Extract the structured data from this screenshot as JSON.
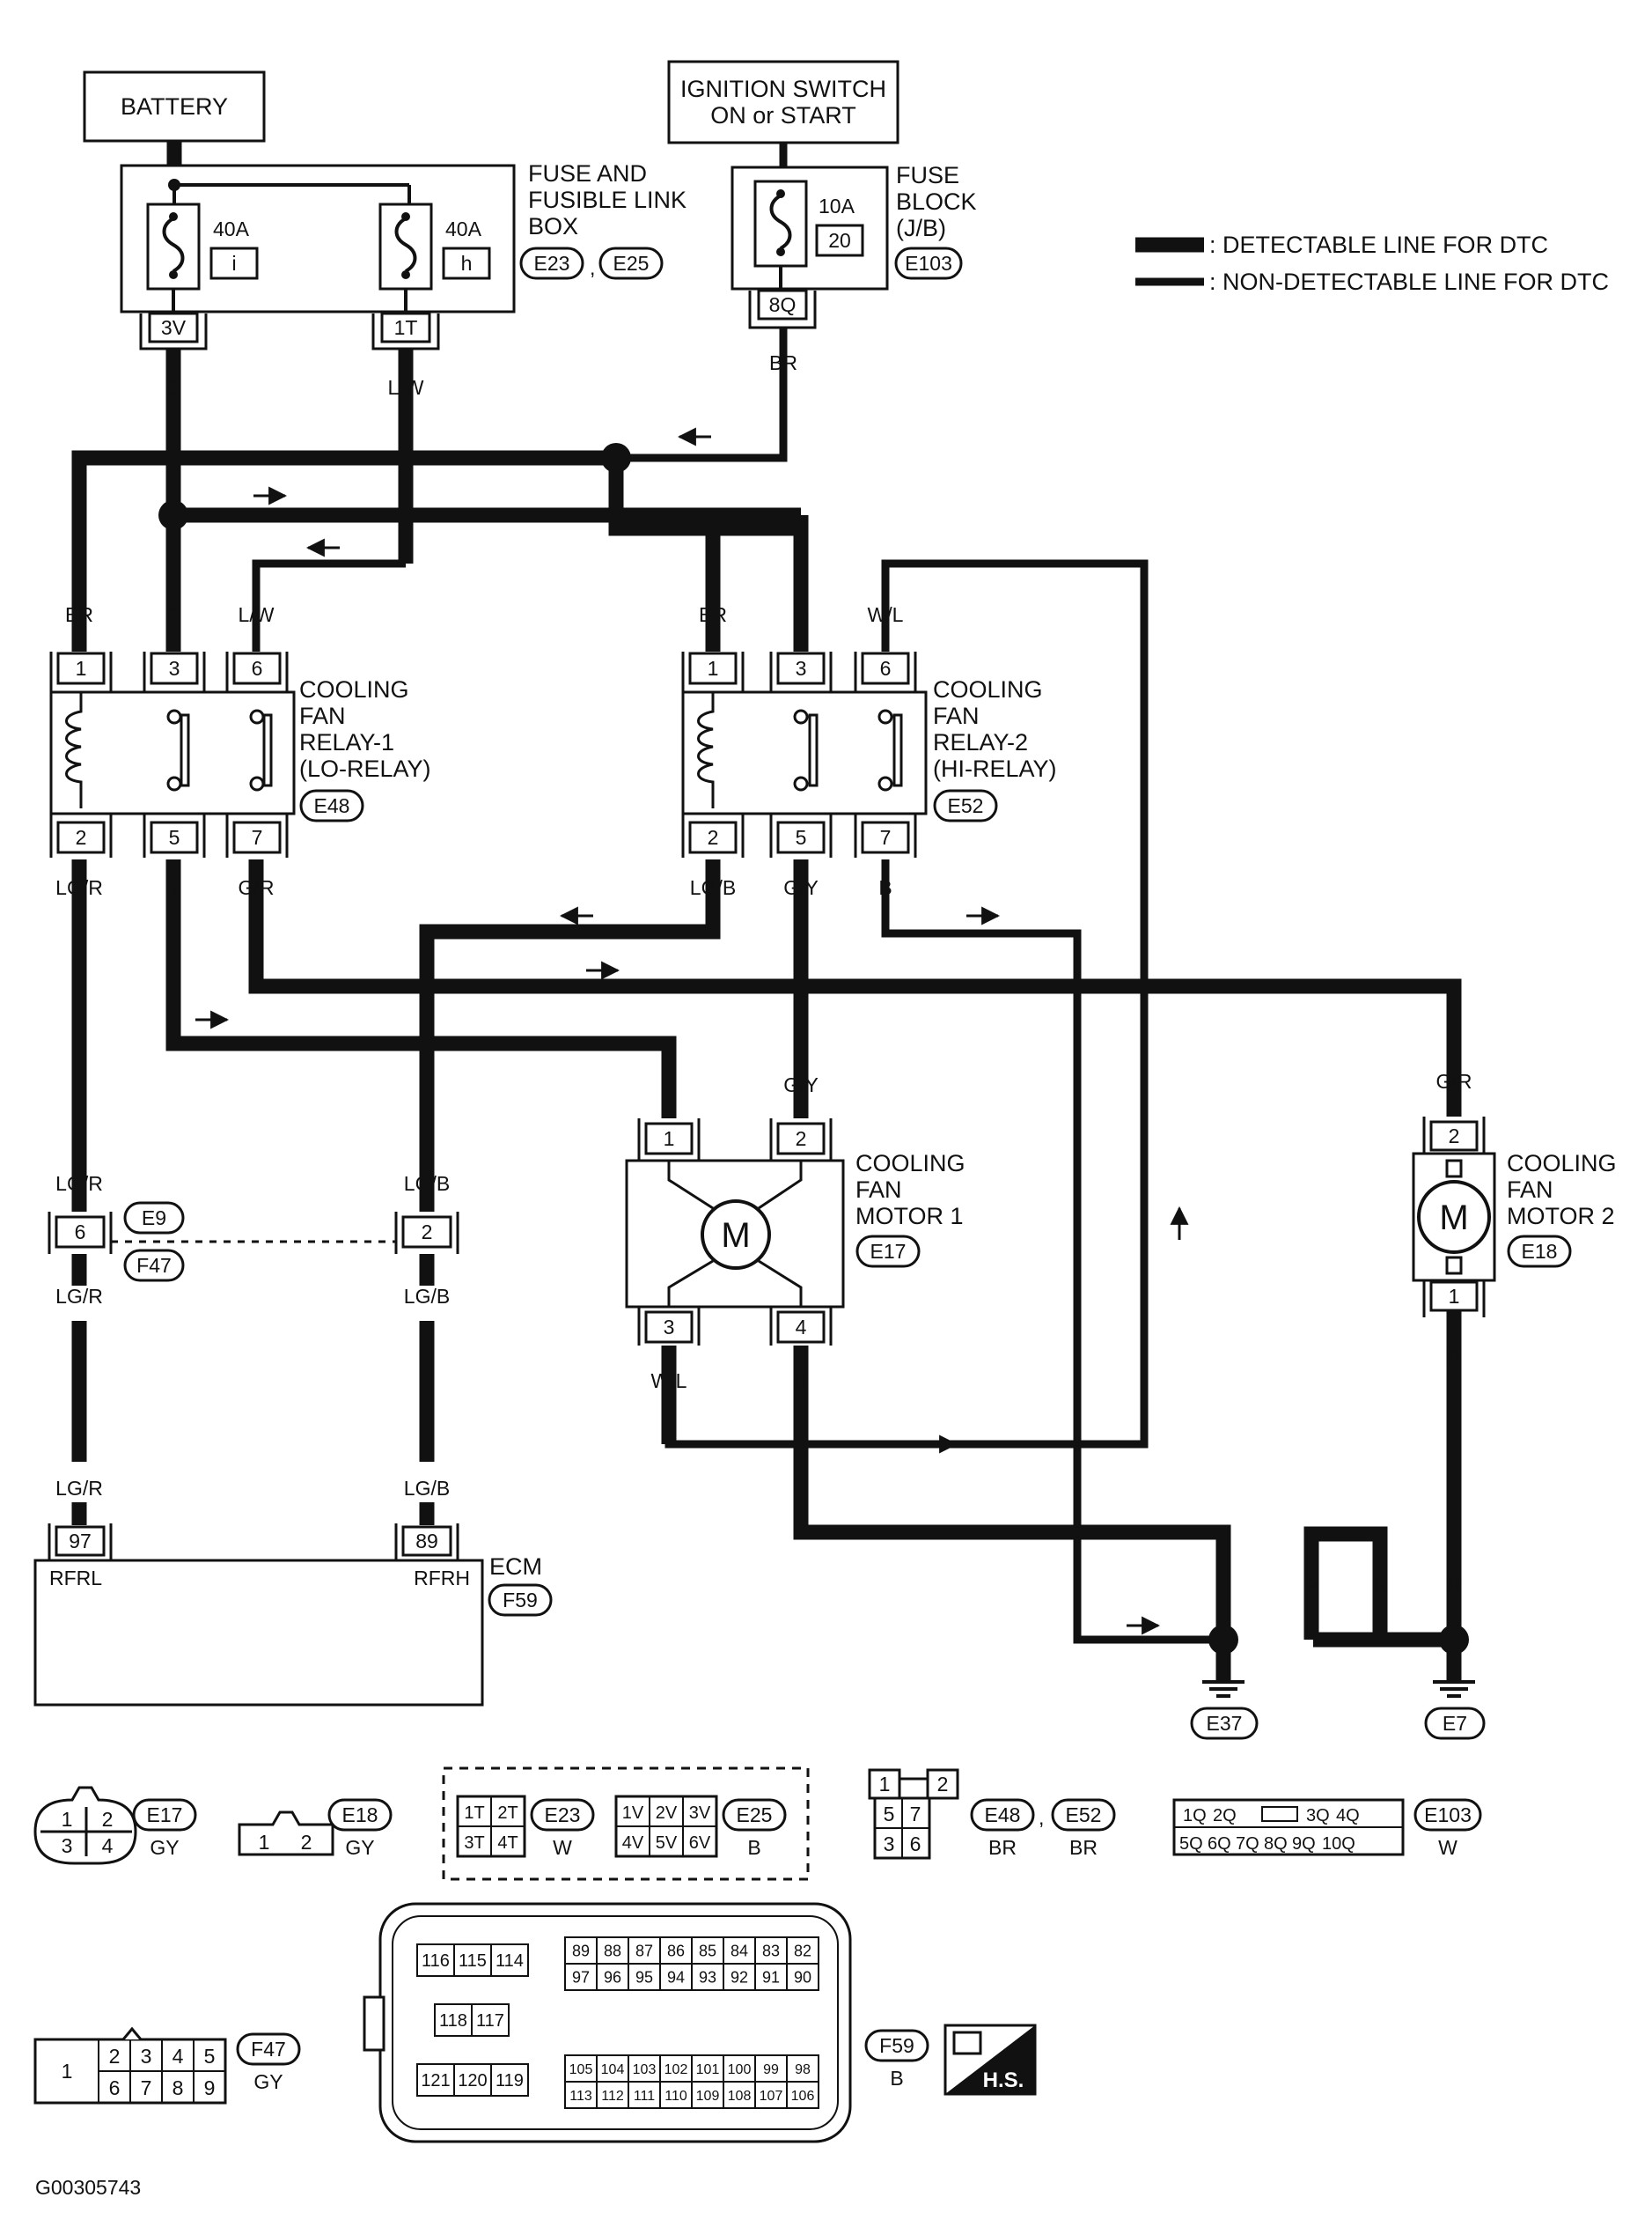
{
  "sources": {
    "battery": "BATTERY",
    "ignition": [
      "IGNITION SWITCH",
      "ON or START"
    ]
  },
  "fuse_box": {
    "label": [
      "FUSE AND",
      "FUSIBLE LINK",
      "BOX"
    ],
    "fuse_i_rating": "40A",
    "fuse_i_id": "i",
    "fuse_h_rating": "40A",
    "fuse_h_id": "h",
    "term_left": "3V",
    "term_right": "1T",
    "conn_1": "E23",
    "conn_2": "E25",
    "sep": ","
  },
  "fuse_block": {
    "label": [
      "FUSE",
      "BLOCK",
      "(J/B)"
    ],
    "rating": "10A",
    "number": "20",
    "terminal": "8Q",
    "conn": "E103"
  },
  "legend": {
    "detectable": ": DETECTABLE LINE FOR DTC",
    "non_detectable": ": NON-DETECTABLE LINE FOR DTC"
  },
  "wire_colors": {
    "g": "G",
    "lw": "L/W",
    "br": "BR",
    "wl": "W/L",
    "lgr": "LG/R",
    "y": "Y",
    "gr": "G/R",
    "lgb": "LG/B",
    "gy": "G/Y",
    "b": "B"
  },
  "relay1": {
    "label": [
      "COOLING",
      "FAN",
      "RELAY-1",
      "(LO-RELAY)"
    ],
    "conn": "E48",
    "pins": [
      "1",
      "3",
      "6",
      "2",
      "5",
      "7"
    ]
  },
  "relay2": {
    "label": [
      "COOLING",
      "FAN",
      "RELAY-2",
      "(HI-RELAY)"
    ],
    "conn": "E52",
    "pins": [
      "1",
      "3",
      "6",
      "2",
      "5",
      "7"
    ]
  },
  "motor1": {
    "label": [
      "COOLING",
      "FAN",
      "MOTOR 1"
    ],
    "conn": "E17",
    "symbol": "M",
    "pins": [
      "1",
      "2",
      "3",
      "4"
    ]
  },
  "motor2": {
    "label": [
      "COOLING",
      "FAN",
      "MOTOR 2"
    ],
    "conn": "E18",
    "symbol": "M",
    "pins": [
      "2",
      "1"
    ]
  },
  "junction": {
    "pin_left": "6",
    "pin_right": "2",
    "conn_1": "E9",
    "conn_2": "F47"
  },
  "ecm": {
    "label": "ECM",
    "conn": "F59",
    "pin_left": "97",
    "pin_right": "89",
    "term_left": "RFRL",
    "term_right": "RFRH"
  },
  "grounds": {
    "g1": "E37",
    "g2": "E7"
  },
  "connector_views": {
    "e17": {
      "conn": "E17",
      "color": "GY",
      "pins": [
        "1",
        "2",
        "3",
        "4"
      ]
    },
    "e18": {
      "conn": "E18",
      "color": "GY",
      "pins": [
        "1",
        "2"
      ]
    },
    "e23": {
      "conn": "E23",
      "color": "W",
      "pins": [
        "1T",
        "2T",
        "3T",
        "4T"
      ]
    },
    "e25": {
      "conn": "E25",
      "color": "B",
      "pins": [
        "1V",
        "2V",
        "3V",
        "4V",
        "5V",
        "6V"
      ]
    },
    "e48_e52": {
      "conn_1": "E48",
      "conn_2": "E52",
      "color_1": "BR",
      "color_2": "BR",
      "sep": ",",
      "pins": [
        "1",
        "2",
        "5",
        "7",
        "3",
        "6"
      ]
    },
    "e103": {
      "conn": "E103",
      "color": "W",
      "pins": [
        "1Q",
        "2Q",
        "3Q",
        "4Q",
        "5Q",
        "6Q",
        "7Q",
        "8Q",
        "9Q",
        "10Q"
      ]
    },
    "f47": {
      "conn": "F47",
      "color": "GY",
      "pins": [
        "1",
        "2",
        "3",
        "4",
        "5",
        "6",
        "7",
        "8",
        "9"
      ]
    },
    "f59": {
      "conn": "F59",
      "color": "B",
      "pins_a": [
        "116",
        "115",
        "114"
      ],
      "pins_b": [
        "118",
        "117"
      ],
      "pins_c": [
        "121",
        "120",
        "119"
      ],
      "pins_d_top": [
        "89",
        "88",
        "87",
        "86",
        "85",
        "84",
        "83",
        "82"
      ],
      "pins_d_bot": [
        "97",
        "96",
        "95",
        "94",
        "93",
        "92",
        "91",
        "90"
      ],
      "pins_e_top": [
        "105",
        "104",
        "103",
        "102",
        "101",
        "100",
        "99",
        "98"
      ],
      "pins_e_bot": [
        "113",
        "112",
        "111",
        "110",
        "109",
        "108",
        "107",
        "106"
      ]
    }
  },
  "hs_badge": "H.S.",
  "figure_id": "G00305743"
}
